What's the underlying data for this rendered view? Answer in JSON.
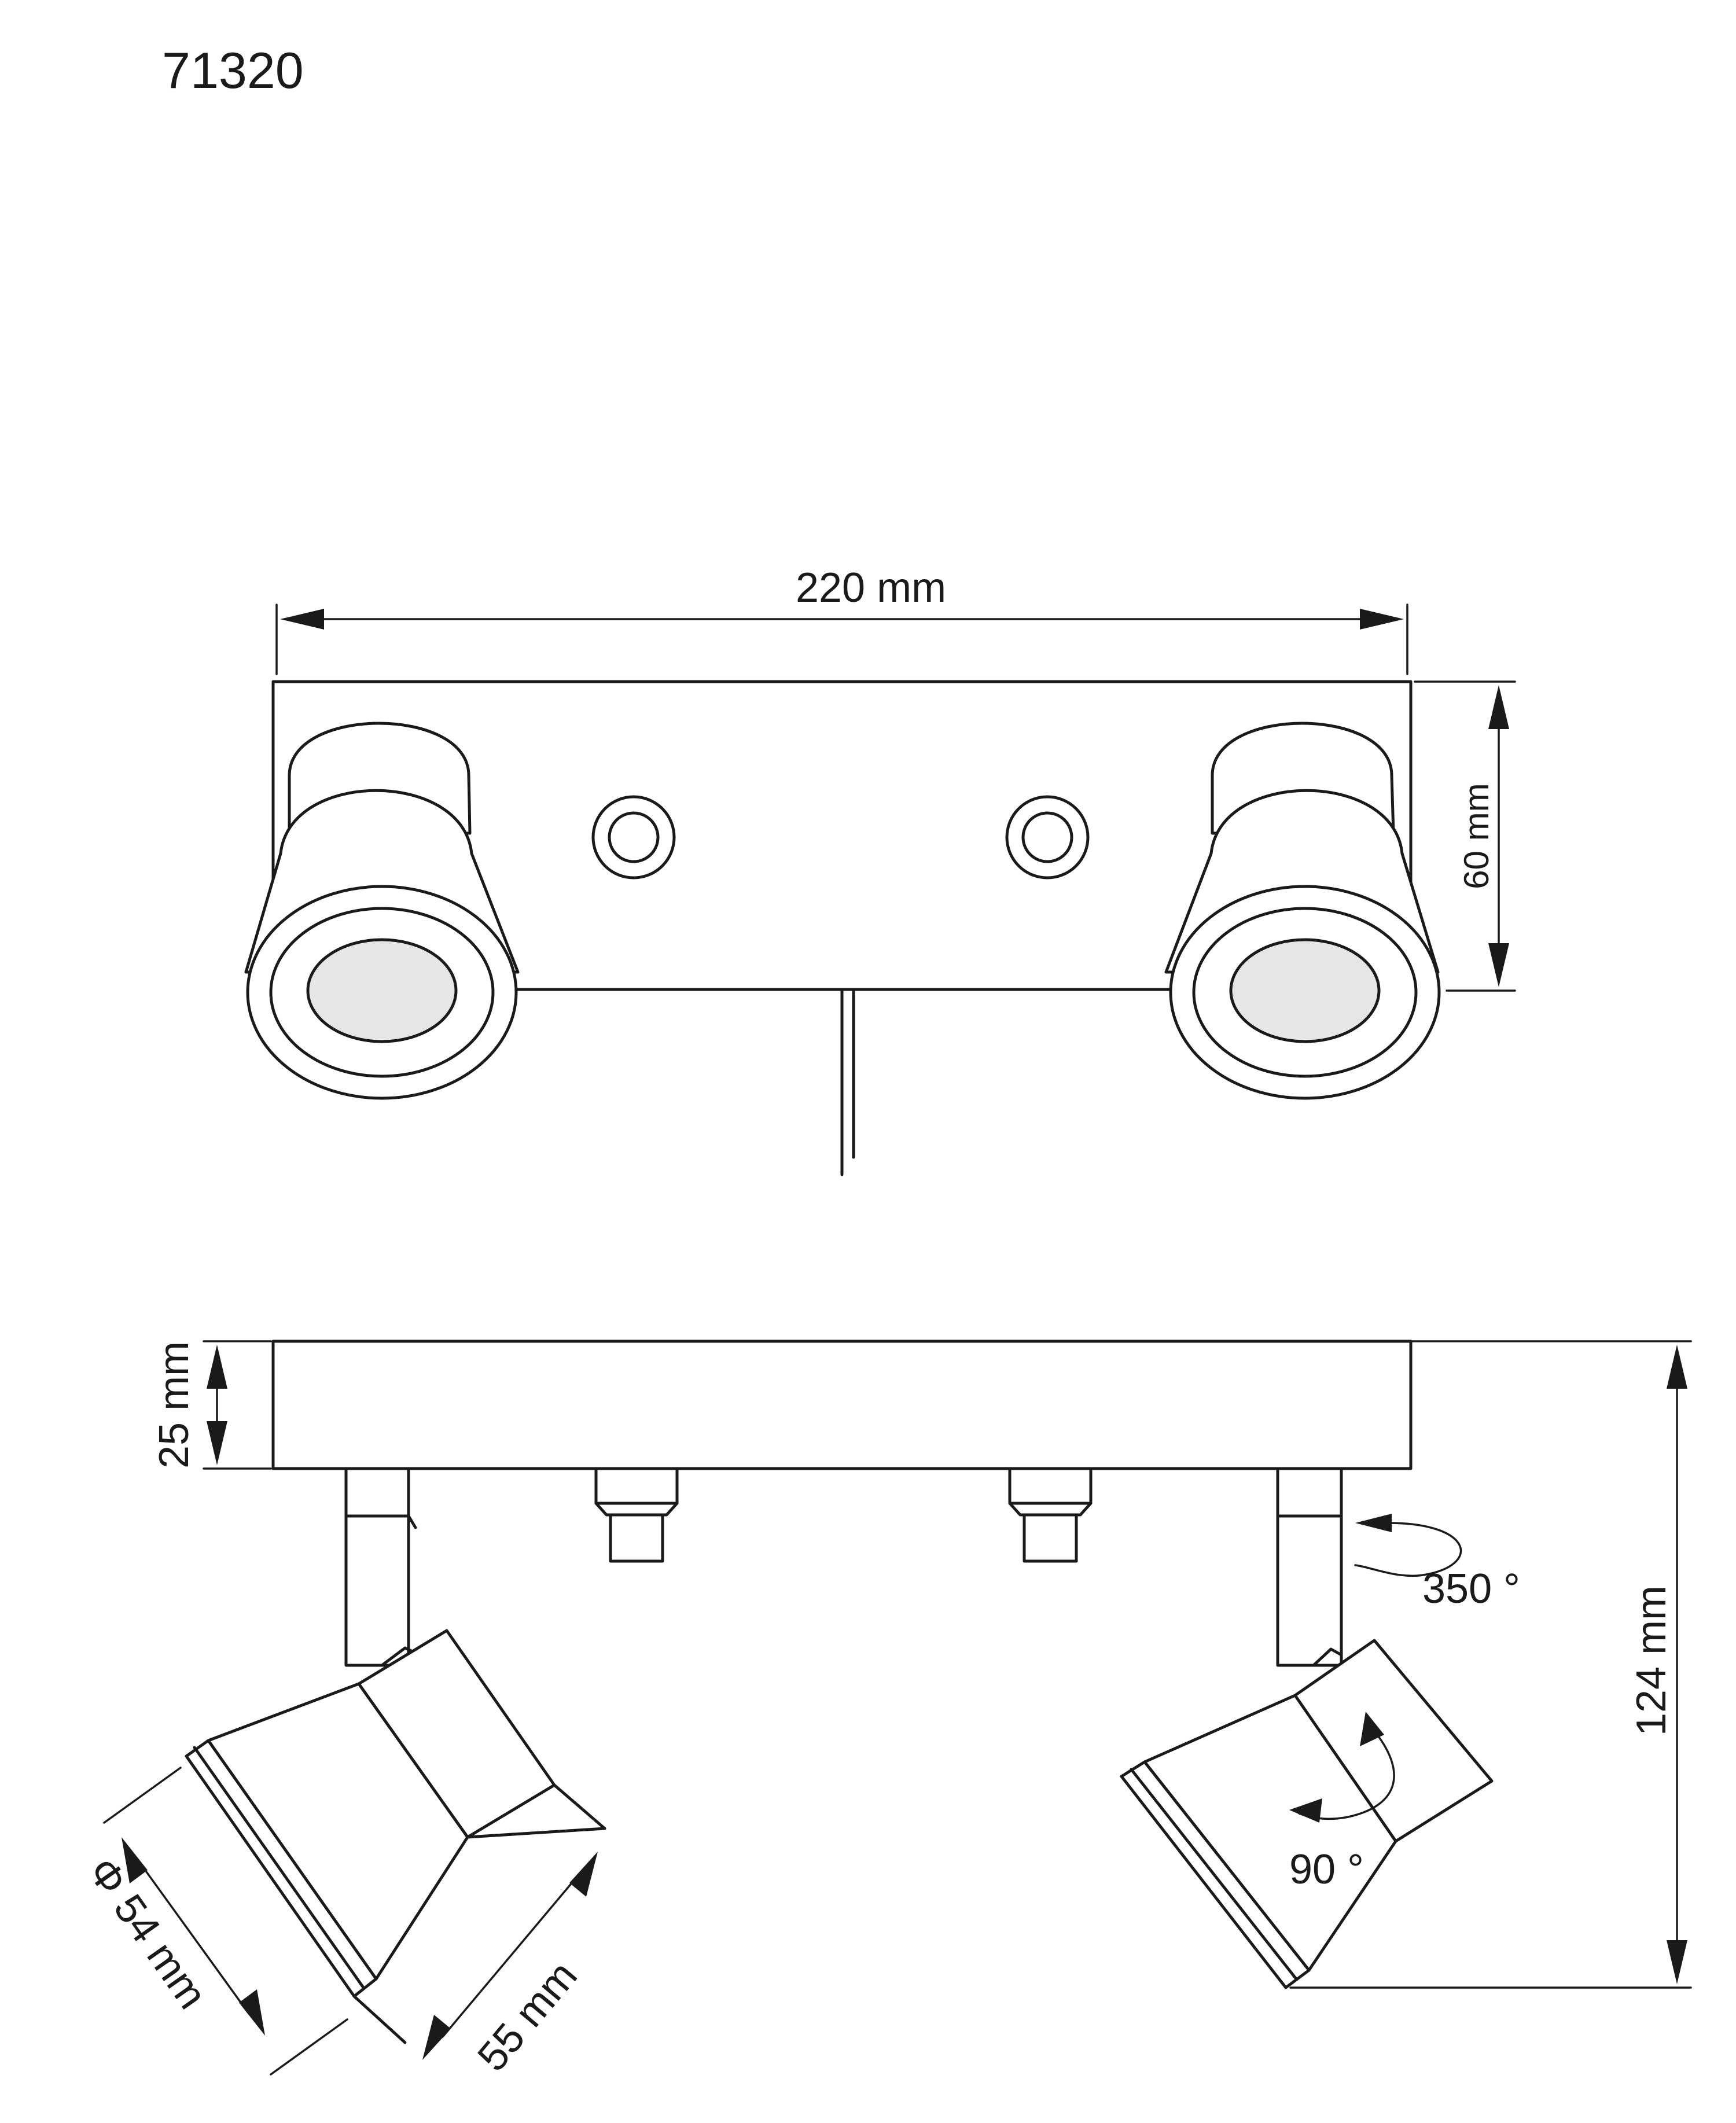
{
  "product_code": "71320",
  "top_view": {
    "width_label": "220 mm",
    "height_label": "60 mm"
  },
  "side_view": {
    "base_height_label": "25 mm",
    "total_height_label": "124 mm",
    "rotation_label": "350 °",
    "tilt_label": "90 °",
    "diameter_label": "Φ 54 mm",
    "depth_label": "55 mm"
  },
  "colors": {
    "line": "#1a1a1a",
    "lens_fill": "#e6e6e6",
    "background": "#ffffff"
  }
}
